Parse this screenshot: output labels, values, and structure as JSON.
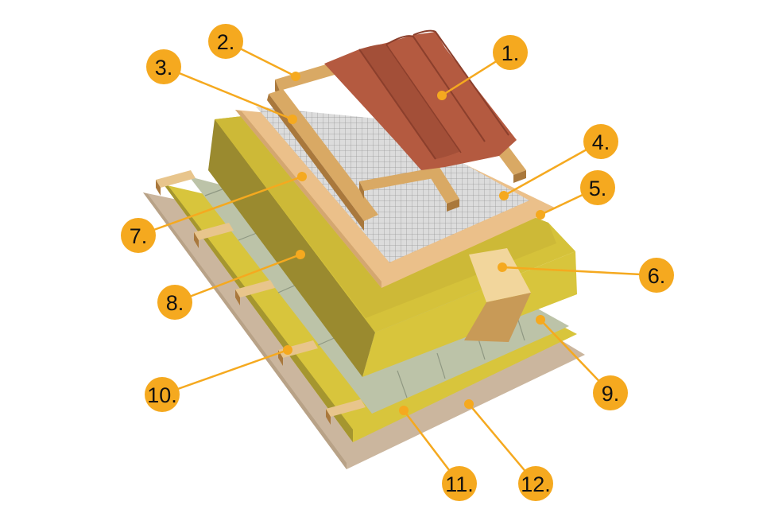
{
  "callouts": [
    {
      "id": 1,
      "label": "1."
    },
    {
      "id": 2,
      "label": "2."
    },
    {
      "id": 3,
      "label": "3."
    },
    {
      "id": 4,
      "label": "4."
    },
    {
      "id": 5,
      "label": "5."
    },
    {
      "id": 6,
      "label": "6."
    },
    {
      "id": 7,
      "label": "7."
    },
    {
      "id": 8,
      "label": "8."
    },
    {
      "id": 9,
      "label": "9."
    },
    {
      "id": 10,
      "label": "10."
    },
    {
      "id": 11,
      "label": "11."
    },
    {
      "id": 12,
      "label": "12."
    }
  ],
  "colors": {
    "callout_fill": "#f5a91f",
    "leader_line": "#f5a91f",
    "roof_tile": "#b45a40",
    "timber": "#d9a964",
    "insulation_light": "#d8c53c",
    "insulation_dark": "#9a8a2f",
    "membrane": "#bcc3a8",
    "board": "#ebc08a",
    "base_board": "#cbb69e"
  }
}
